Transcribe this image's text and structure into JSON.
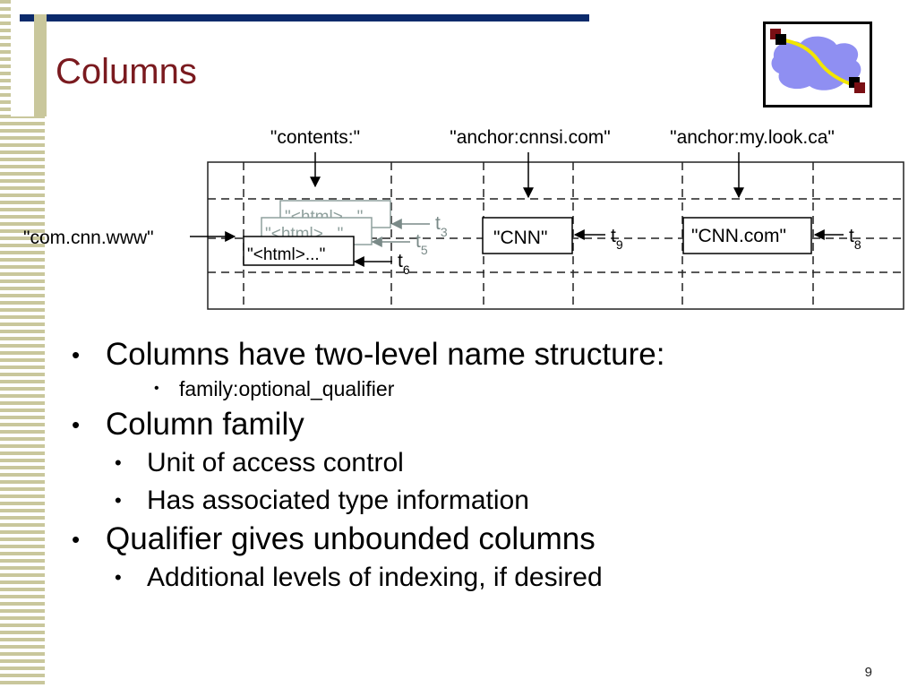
{
  "slide": {
    "title": "Columns",
    "page_number": "9"
  },
  "diagram": {
    "col_keys": [
      "\"contents:\"",
      "\"anchor:cnnsi.com\"",
      "\"anchor:my.look.ca\""
    ],
    "row_key": "\"com.cnn.www\"",
    "cells": {
      "html": "\"<html>...\"",
      "cnn": "\"CNN\"",
      "cnn_com": "\"CNN.com\""
    },
    "timestamps": {
      "t3": {
        "base": "t",
        "sub": "3"
      },
      "t5": {
        "base": "t",
        "sub": "5"
      },
      "t6": {
        "base": "t",
        "sub": "6"
      },
      "t9": {
        "base": "t",
        "sub": "9"
      },
      "t8": {
        "base": "t",
        "sub": "8"
      }
    }
  },
  "bullets": [
    {
      "level": 1,
      "text": "Columns have two-level name structure:"
    },
    {
      "level": 3,
      "text": "family:optional_qualifier"
    },
    {
      "level": 1,
      "text": "Column family"
    },
    {
      "level": 2,
      "text": "Unit of access control"
    },
    {
      "level": 2,
      "text": "Has associated type information"
    },
    {
      "level": 1,
      "text": "Qualifier gives unbounded columns"
    },
    {
      "level": 2,
      "text": "Additional levels of indexing, if desired"
    }
  ],
  "colors": {
    "title": "#7a1a1f",
    "title_bar": "#0b2a6b",
    "stripe": "#c9c79c",
    "logo_cloud": "#8f8ff2",
    "logo_line": "#f2e600",
    "logo_node": "#7a0f14"
  },
  "icons": {
    "logo": "network-cloud-icon"
  }
}
